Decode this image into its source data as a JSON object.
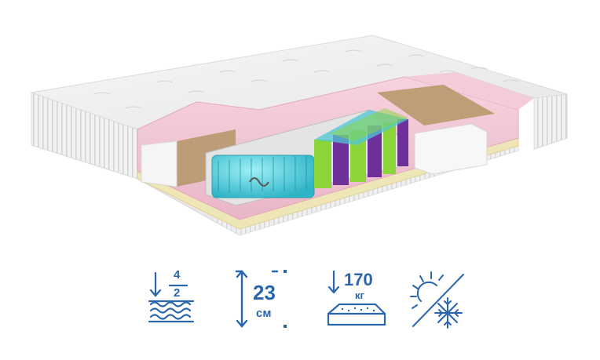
{
  "colors": {
    "icon_blue": "#2a66ad",
    "cover_white": "#f1f1f1",
    "pink_foam": "#f2c9d6",
    "coconut": "#b99a73",
    "latex_yellow": "#efe6b8",
    "spring_cyan": "#4fc7d6",
    "spring_green": "#8bd43a",
    "spring_purple": "#6f2f9a"
  },
  "features": {
    "firmness": {
      "icon": "firmness-icon",
      "top_value": "4",
      "bottom_value": "2"
    },
    "height": {
      "icon": "height-icon",
      "value": "23",
      "unit": "см"
    },
    "max_load": {
      "icon": "load-icon",
      "value": "170",
      "unit": "кг"
    },
    "climate": {
      "icon": "sun-snowflake-icon"
    }
  }
}
